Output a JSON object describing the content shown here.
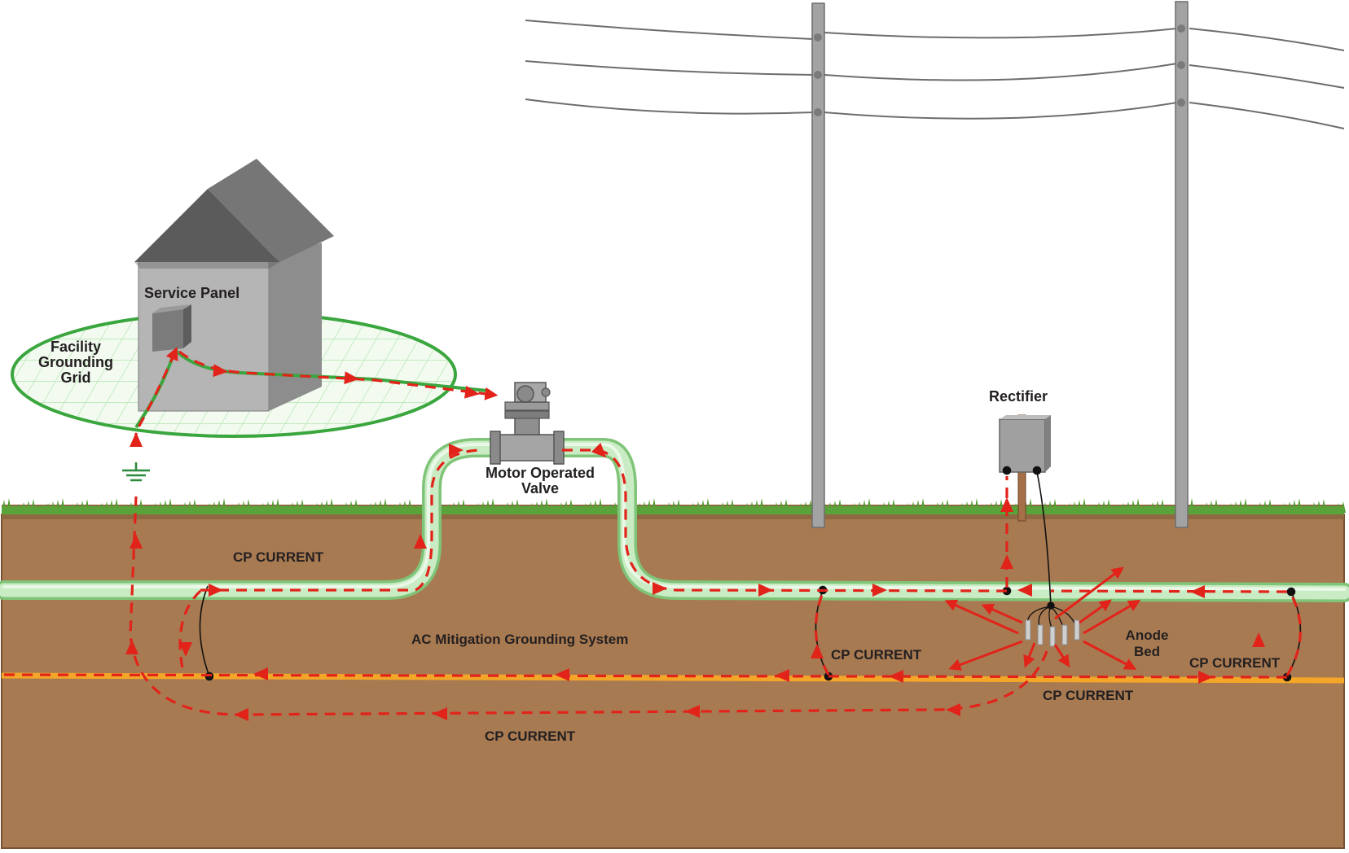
{
  "labels": {
    "service_panel": "Service Panel",
    "grounding_grid": [
      "Facility",
      "Grounding",
      "Grid"
    ],
    "motor_valve": [
      "Motor Operated",
      "Valve"
    ],
    "rectifier": "Rectifier",
    "anode_bed": [
      "Anode",
      "Bed"
    ],
    "cp_current": "CP CURRENT",
    "ac_mitigation": "AC Mitigation Grounding System"
  },
  "colors": {
    "soil": "#a87a52",
    "soil_edge": "#7a5232",
    "grass": "#4e9a2e",
    "pipe": "#b9e3b4",
    "pipe_edge": "#7fc478",
    "ground_wire": "#f4a629",
    "grid_green": "#3aa63e",
    "cp_current": "#e2231a",
    "pole": "#9a9a9a",
    "house_roof": "#6e6e6e",
    "house_front": "#b5b5b5",
    "house_side": "#8d8d8d",
    "rectifier_box": "#9f9f9f"
  }
}
